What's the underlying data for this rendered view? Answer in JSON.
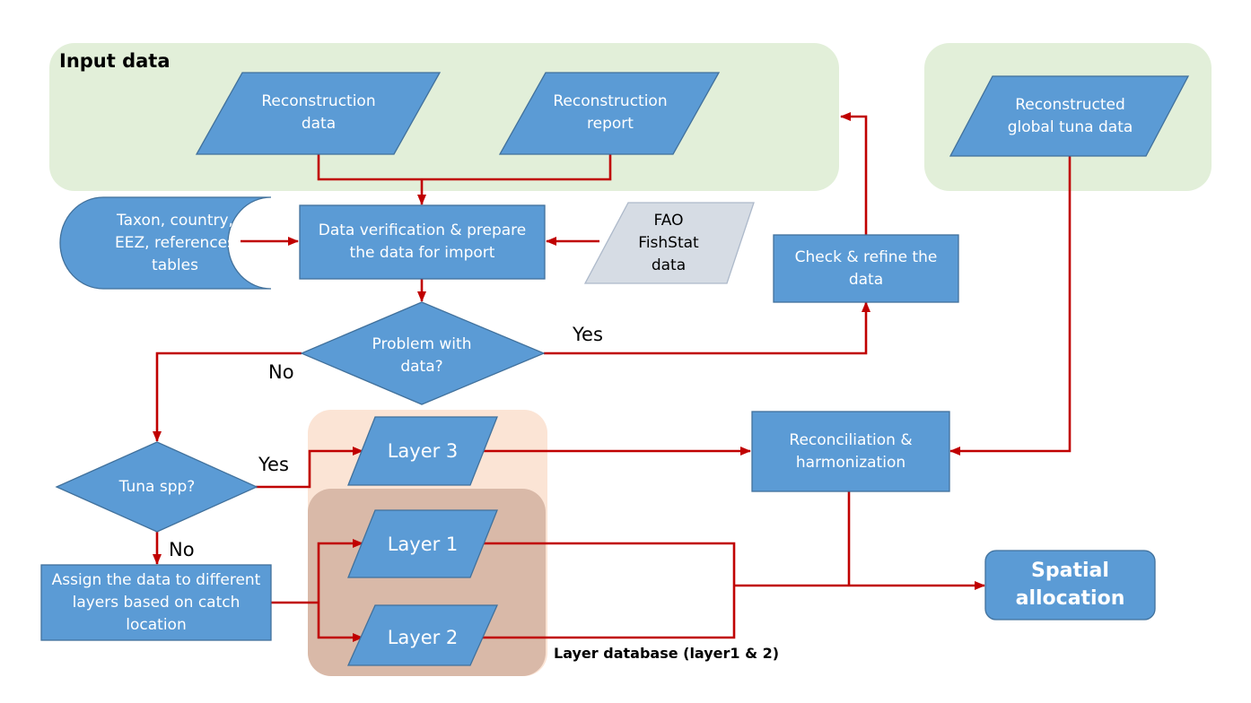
{
  "groups": {
    "input_title": "Input data",
    "layer_db_caption": "Layer database (layer1 & 2)"
  },
  "nodes": {
    "reconstruction_data": "Reconstruction\ndata",
    "reconstruction_report": "Reconstruction\nreport",
    "reconstructed_tuna": "Reconstructed\nglobal tuna data",
    "reference_tables": "Taxon, country,\nEEZ, references\ntables",
    "data_verification": "Data verification & prepare\nthe data for import",
    "fao_fishstat": "FAO\nFishStat\ndata",
    "check_refine": "Check & refine the\ndata",
    "problem_with_data": "Problem with\ndata?",
    "tuna_spp": "Tuna spp?",
    "assign_layers": "Assign the data to different\nlayers based on catch\nlocation",
    "layer3": "Layer 3",
    "layer1": "Layer 1",
    "layer2": "Layer 2",
    "reconciliation": "Reconciliation &\nharmonization",
    "spatial_allocation": "Spatial\nallocation"
  },
  "edge_labels": {
    "yes_problem": "Yes",
    "no_problem": "No",
    "yes_tuna": "Yes",
    "no_tuna": "No"
  },
  "colors": {
    "node_fill": "#5b9bd5",
    "node_stroke": "#41719c",
    "fao_fill": "#d6dce4",
    "connector": "#c00000",
    "input_group": "#e2efd9",
    "layer_outer": "#fbe4d5",
    "layer_inner": "#d9b9a8"
  }
}
